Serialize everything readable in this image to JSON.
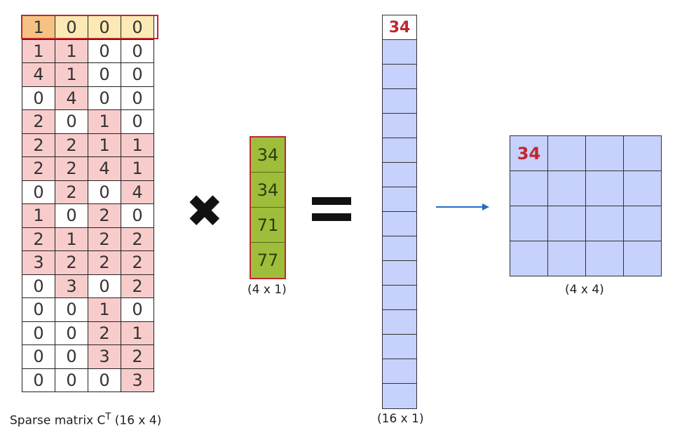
{
  "sparse_matrix": {
    "caption_prefix": "Sparse matrix C",
    "caption_sup": "T",
    "caption_suffix": " (16 x 4)",
    "rows": [
      [
        1,
        0,
        0,
        0
      ],
      [
        1,
        1,
        0,
        0
      ],
      [
        4,
        1,
        0,
        0
      ],
      [
        0,
        4,
        0,
        0
      ],
      [
        2,
        0,
        1,
        0
      ],
      [
        2,
        2,
        1,
        1
      ],
      [
        2,
        2,
        4,
        1
      ],
      [
        0,
        2,
        0,
        4
      ],
      [
        1,
        0,
        2,
        0
      ],
      [
        2,
        1,
        2,
        2
      ],
      [
        3,
        2,
        2,
        2
      ],
      [
        0,
        3,
        0,
        2
      ],
      [
        0,
        0,
        1,
        0
      ],
      [
        0,
        0,
        2,
        1
      ],
      [
        0,
        0,
        3,
        2
      ],
      [
        0,
        0,
        0,
        3
      ]
    ],
    "highlight_color": "#c0272d",
    "nonzero_color": "#f9cccc"
  },
  "operator_times": "✖",
  "vector": {
    "values": [
      34,
      34,
      71,
      77
    ],
    "caption": "(4 x 1)",
    "fill_color": "#9ebe3b"
  },
  "result_column": {
    "first_value": "34",
    "cell_count": 16,
    "caption": "(16 x 1)",
    "fill_color": "#c6d1fc"
  },
  "output_grid": {
    "first_value": "34",
    "rows": 4,
    "cols": 4,
    "caption": "(4 x 4)"
  },
  "arrow_color": "#1f6fc4"
}
